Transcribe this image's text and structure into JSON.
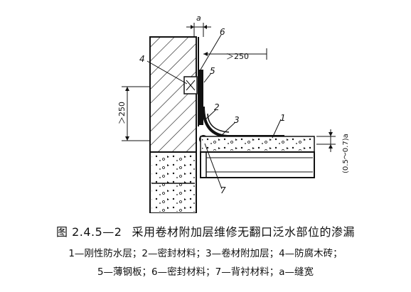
{
  "figure": {
    "number": "图 2.4.5—2",
    "title": "采用卷材附加层维修无翻口泛水部位的渗漏",
    "legend_line1": "1—刚性防水层；2—密封材料；3—卷材附加层；4—防腐木砖；",
    "legend_line2": "5—薄钢板；6—密封材料；7—背衬材料；a—缝宽"
  },
  "labels": {
    "l1": "1",
    "l2": "2",
    "l3": "3",
    "l4": "4",
    "l5": "5",
    "l6": "6",
    "l7": "7",
    "gap_a": "a"
  },
  "dimensions": {
    "horizontal": "＞250",
    "vertical": "＞250",
    "thickness": "(0.5～0.7)a"
  },
  "colors": {
    "ink": "#111111",
    "background": "#ffffff"
  }
}
